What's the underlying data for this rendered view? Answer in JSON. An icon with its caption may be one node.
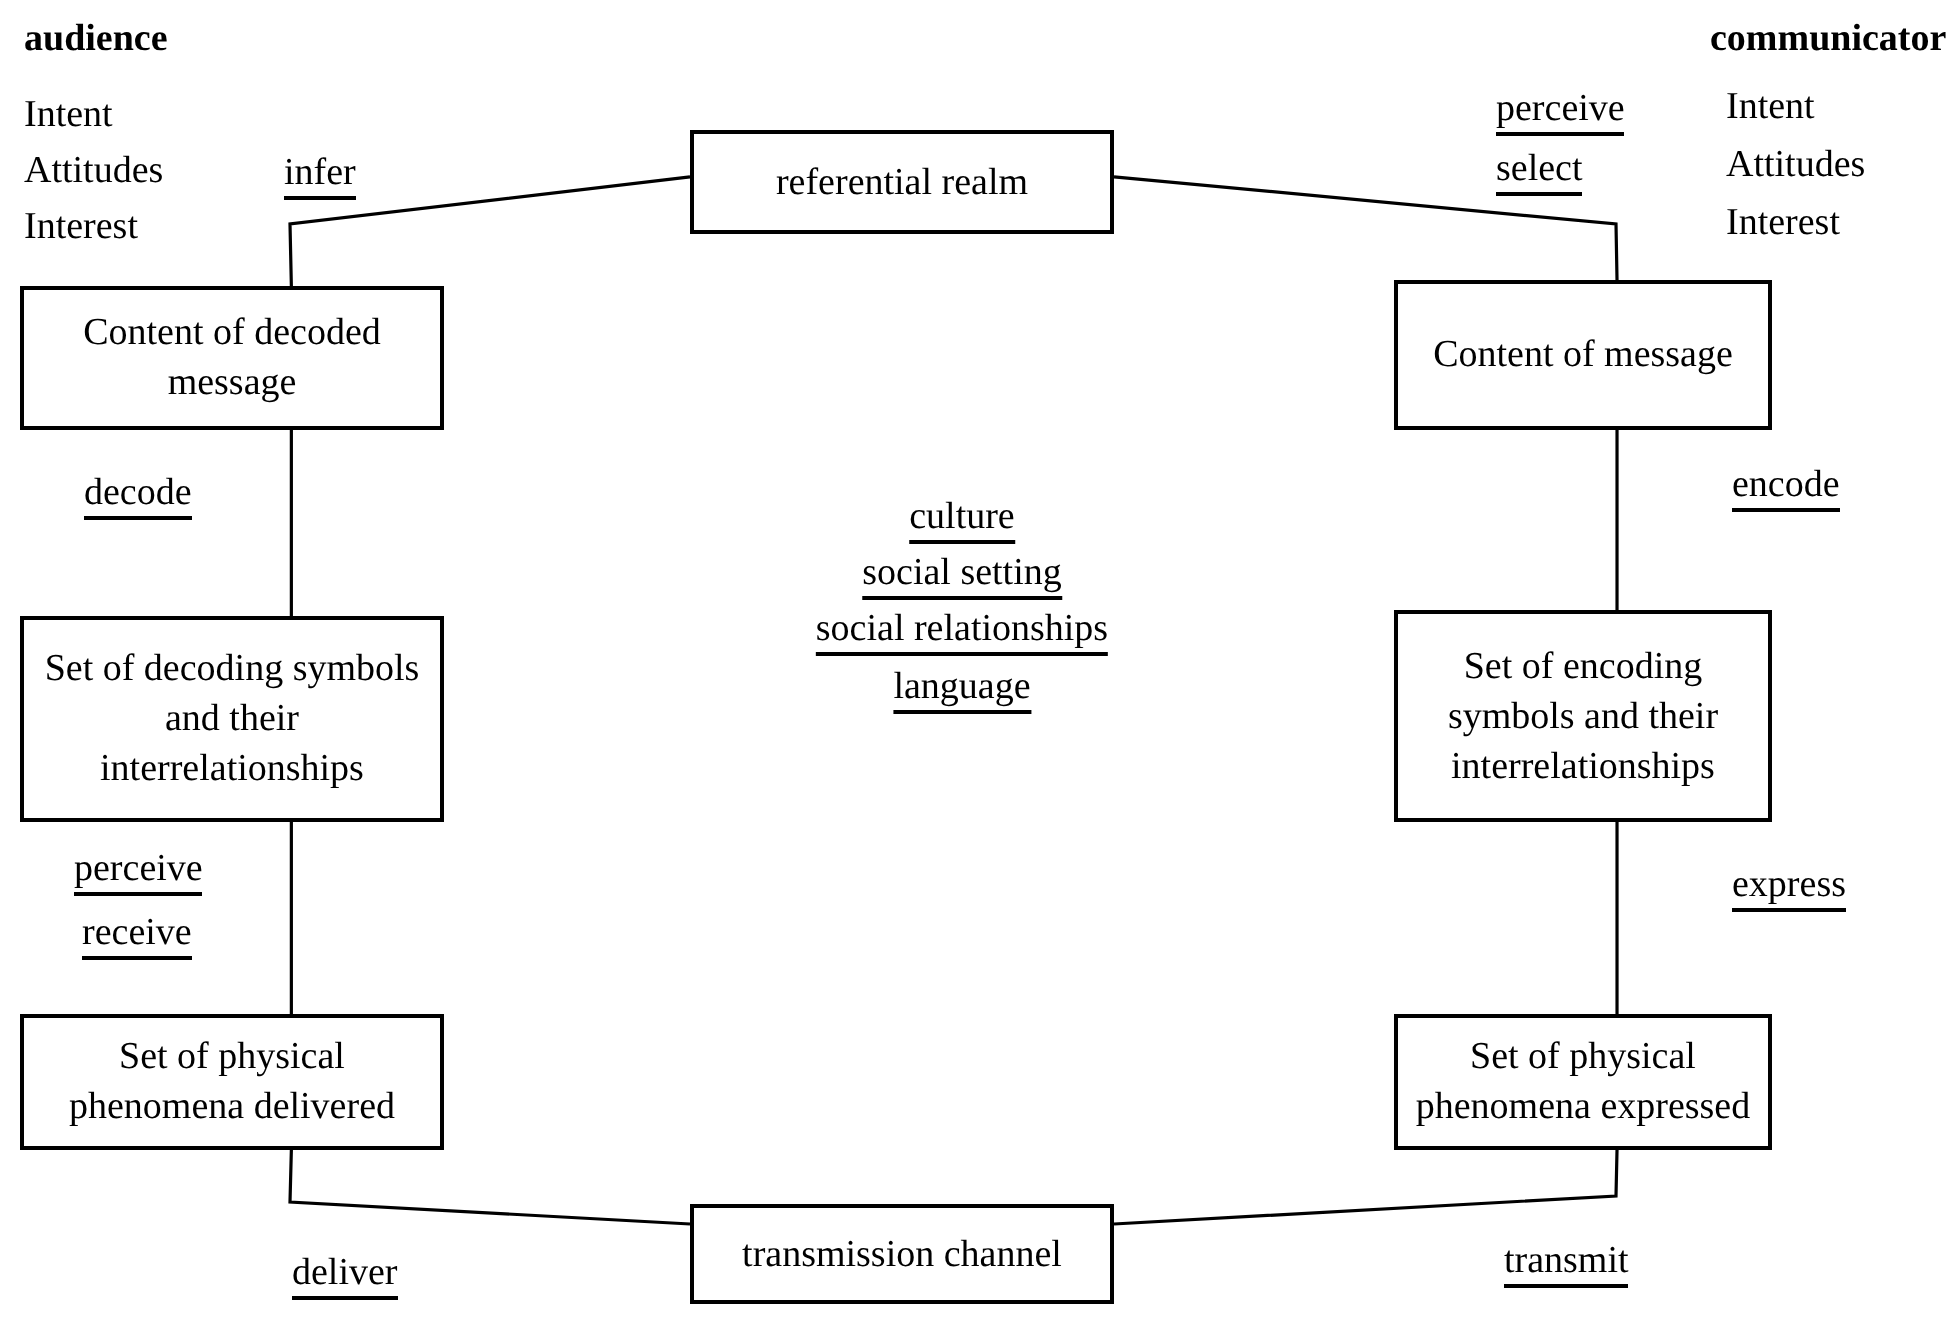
{
  "diagram": {
    "nodes": [
      {
        "text": [
          "referential realm"
        ]
      },
      {
        "text": [
          "Content of message"
        ]
      },
      {
        "text": [
          "Set of encoding symbols and their interrelationships"
        ]
      },
      {
        "text": [
          "Set of physical phenomena expressed"
        ]
      },
      {
        "text": [
          "transmission channel"
        ]
      },
      {
        "text": [
          "Set of physical phenomena delivered"
        ]
      },
      {
        "text": [
          "Set of decoding symbols and their interrelationships"
        ]
      },
      {
        "text": [
          "Content of decoded message"
        ]
      }
    ],
    "edges": [
      {
        "from": 0,
        "to": 1,
        "arrow": "none"
      },
      {
        "from": 1,
        "to": 2,
        "arrow": "none"
      },
      {
        "from": 2,
        "to": 3,
        "arrow": "none"
      },
      {
        "from": 3,
        "to": 4,
        "arrow": "none"
      },
      {
        "from": 4,
        "to": 5,
        "arrow": "none"
      },
      {
        "from": 5,
        "to": 6,
        "arrow": "none"
      },
      {
        "from": 6,
        "to": 7,
        "arrow": "none"
      },
      {
        "from": 7,
        "to": 0,
        "arrow": "none"
      }
    ],
    "labels": [
      "audience",
      "Intent",
      "Attitudes",
      "Interest",
      "infer",
      "communicator",
      "perceive",
      "select",
      "Intent",
      "Attitudes",
      "Interest",
      "decode",
      "encode",
      "culture",
      "social setting",
      "social relationships",
      "language",
      "perceive",
      "receive",
      "express",
      "deliver",
      "transmit"
    ]
  }
}
